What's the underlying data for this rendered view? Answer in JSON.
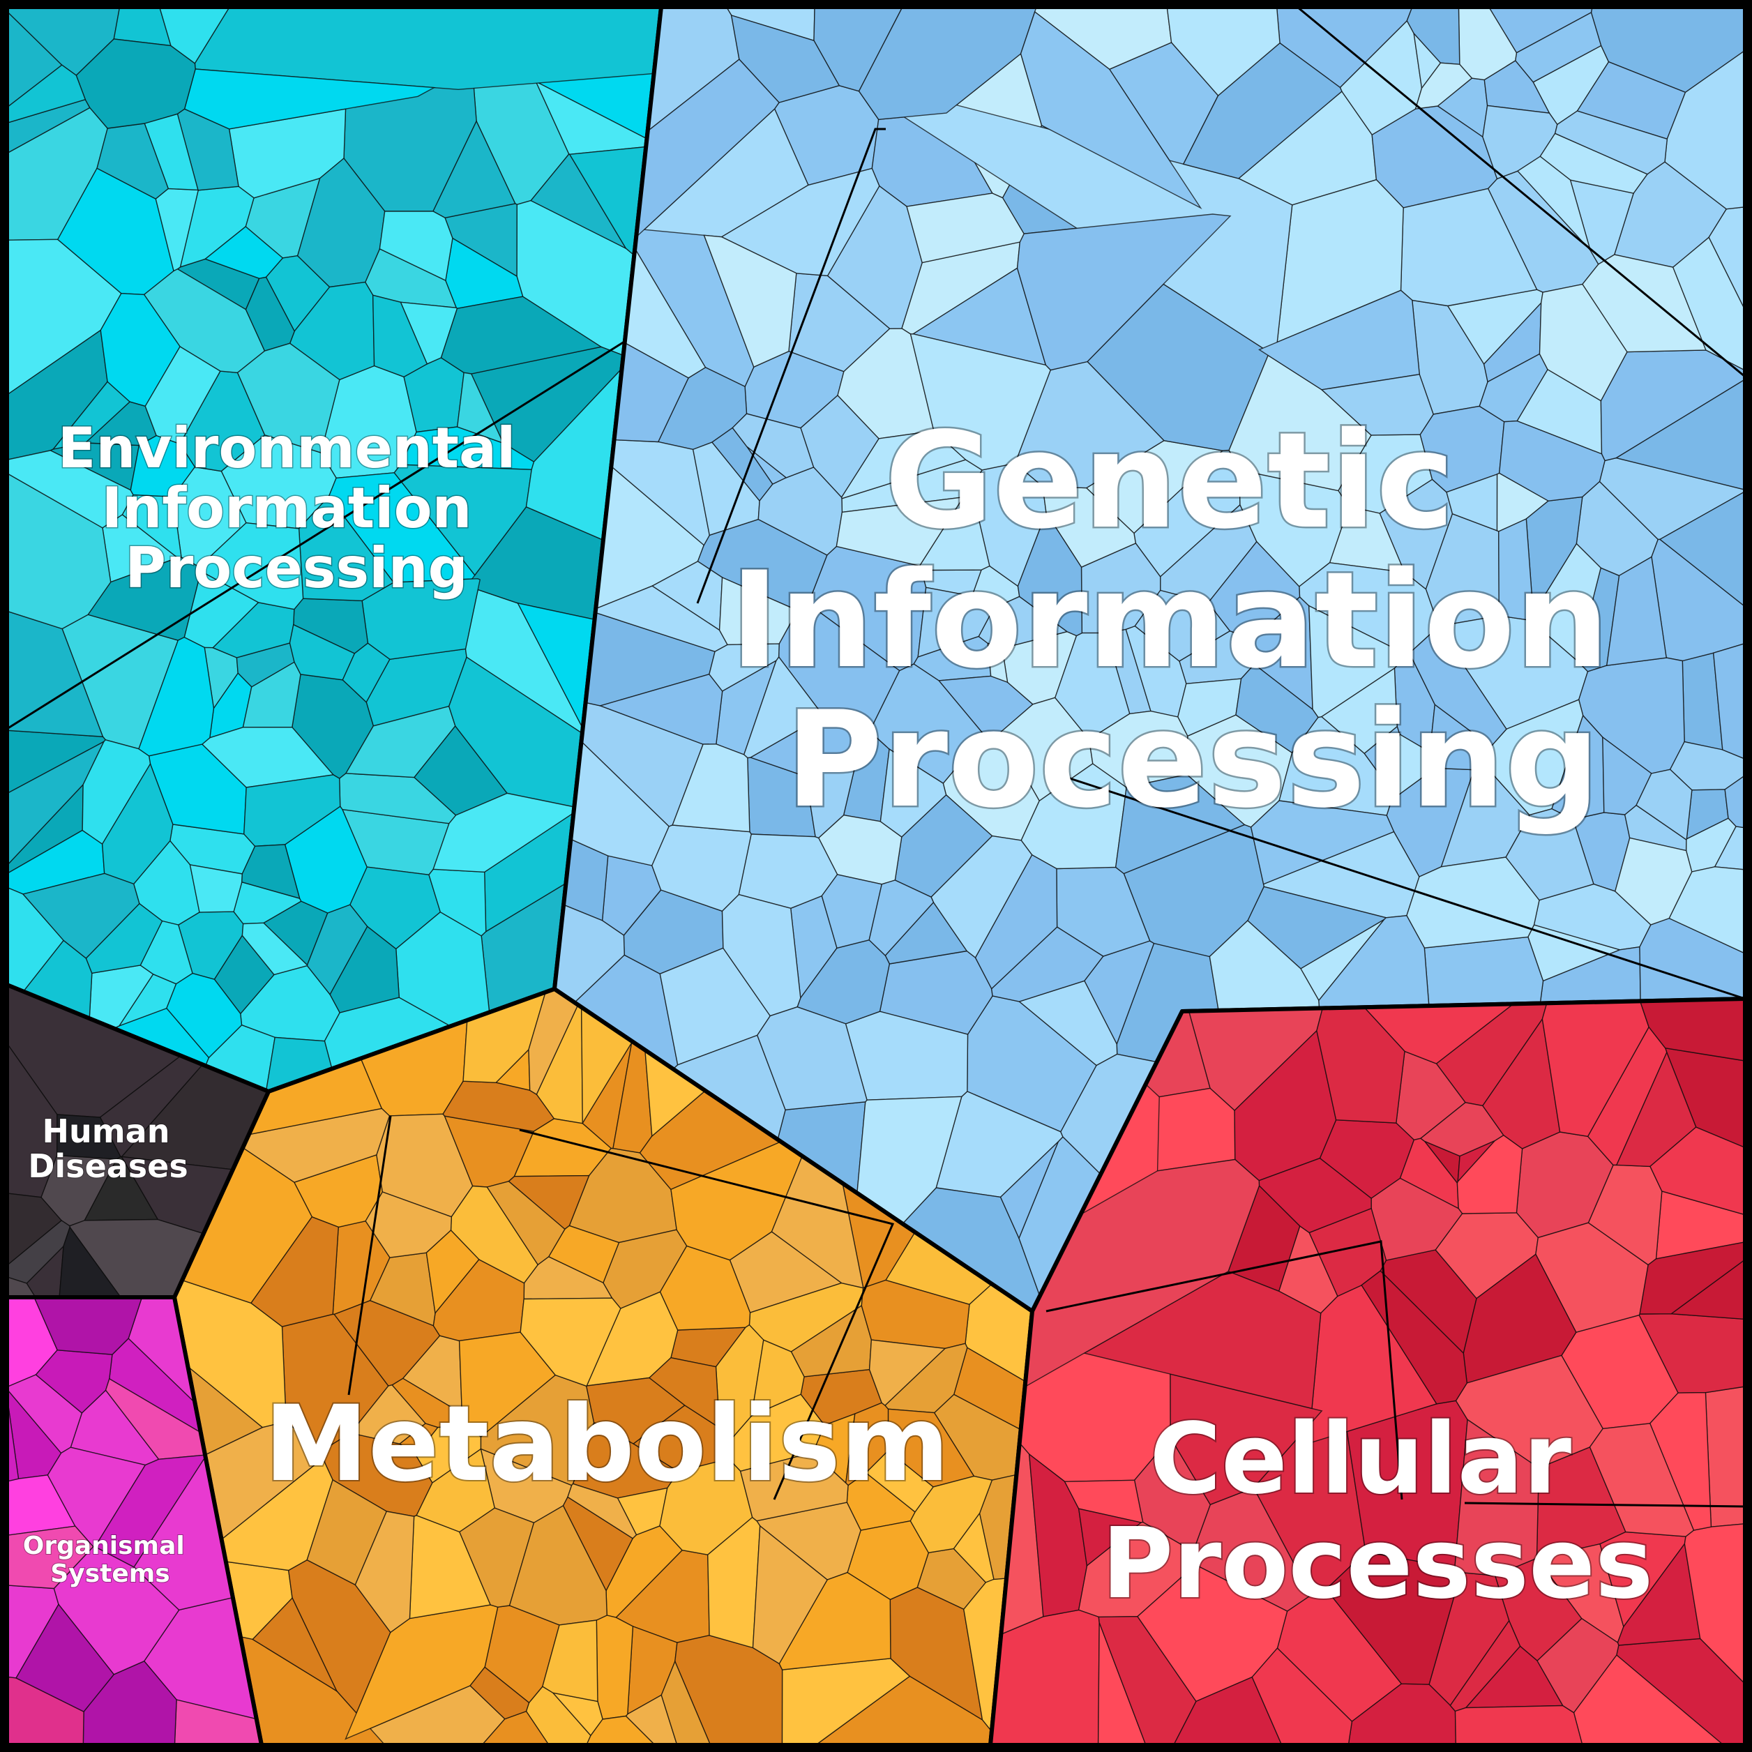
{
  "diagram": {
    "kind": "voronoi-treemap",
    "regions": [
      {
        "id": "environmental",
        "label_lines": [
          "Environmental",
          "Information",
          "Processing"
        ],
        "color": "#24d3e0",
        "palette": [
          "#12c4d4",
          "#2fe0ee",
          "#0aa8b8",
          "#4ae8f5",
          "#1bb6c9",
          "#3ad6e2",
          "#00d9f0"
        ]
      },
      {
        "id": "genetic",
        "label_lines": [
          "Genetic",
          "Information",
          "Processing"
        ],
        "color": "#9fd3f7",
        "palette": [
          "#a6dcfb",
          "#8cc6f2",
          "#b3e6fd",
          "#7ab8e8",
          "#9ad1f6",
          "#c2ecfc",
          "#86c0ef"
        ]
      },
      {
        "id": "metabolism",
        "label_lines": [
          "Metabolism"
        ],
        "color": "#f3a02a",
        "palette": [
          "#f7a826",
          "#e89020",
          "#fbbd3a",
          "#d97e1c",
          "#f0b04a",
          "#ffc240",
          "#e6a036"
        ]
      },
      {
        "id": "cellular",
        "label_lines": [
          "Cellular",
          "Processes"
        ],
        "color": "#e8304a",
        "palette": [
          "#f0384f",
          "#d42040",
          "#ff4a5a",
          "#c81a36",
          "#e84458",
          "#f5525e",
          "#dc2a44"
        ]
      },
      {
        "id": "human-diseases",
        "label_lines": [
          "Human",
          "Diseases"
        ],
        "color": "#2b2b2b",
        "palette": [
          "#2a2a2a",
          "#3a3038",
          "#1f1f24",
          "#444046",
          "#332c30",
          "#50484e"
        ]
      },
      {
        "id": "organismal",
        "label_lines": [
          "Organismal",
          "Systems"
        ],
        "color": "#e030c8",
        "palette": [
          "#e83ad0",
          "#c81ab8",
          "#f04ab0",
          "#d020c0",
          "#ff40e0",
          "#b014a8",
          "#e0308c"
        ]
      }
    ]
  }
}
